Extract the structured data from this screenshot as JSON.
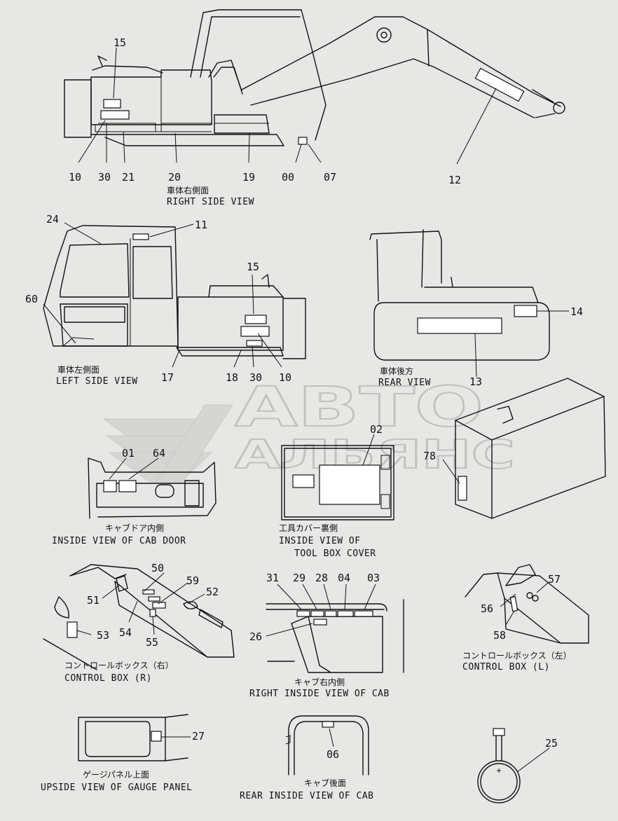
{
  "watermark": {
    "line1": "ABTO",
    "line2": "АЛЬЯНС"
  },
  "views": {
    "right_side": {
      "title_jp": "車体右側面",
      "title_en": "RIGHT SIDE VIEW",
      "labels": [
        "15",
        "10",
        "30",
        "21",
        "20",
        "19",
        "00",
        "07",
        "12"
      ]
    },
    "left_side": {
      "title_jp": "車体左側面",
      "title_en": "LEFT SIDE VIEW",
      "labels": [
        "24",
        "11",
        "15",
        "60",
        "17",
        "18",
        "30",
        "10"
      ]
    },
    "rear": {
      "title_jp": "車体後方",
      "title_en": "REAR VIEW",
      "labels": [
        "14",
        "13"
      ]
    },
    "cab_door": {
      "title_jp": "キャブドア内側",
      "title_en": "INSIDE VIEW OF CAB DOOR",
      "labels": [
        "01",
        "64"
      ]
    },
    "tool_box": {
      "title_jp": "工具カバー裏側",
      "title_en1": "INSIDE VIEW OF",
      "title_en2": "TOOL BOX COVER",
      "labels": [
        "02",
        "78"
      ]
    },
    "control_box_r": {
      "title_jp": "コントロールボックス（右）",
      "title_en": "CONTROL BOX (R)",
      "labels": [
        "50",
        "59",
        "52",
        "51",
        "54",
        "53",
        "55"
      ]
    },
    "cab_right": {
      "title_jp": "キャブ右内側",
      "title_en": "RIGHT INSIDE VIEW OF CAB",
      "labels": [
        "31",
        "29",
        "28",
        "04",
        "03",
        "26"
      ]
    },
    "control_box_l": {
      "title_jp": "コントロールボックス（左）",
      "title_en": "CONTROL BOX (L)",
      "labels": [
        "57",
        "56",
        "58"
      ]
    },
    "gauge_panel": {
      "title_jp": "ゲージパネル上面",
      "title_en": "UPSIDE VIEW OF GAUGE PANEL",
      "labels": [
        "27"
      ]
    },
    "cab_rear": {
      "title_jp": "キャブ後面",
      "title_en": "REAR INSIDE VIEW OF CAB",
      "labels": [
        "06"
      ]
    },
    "ring": {
      "labels": [
        "25"
      ]
    }
  }
}
